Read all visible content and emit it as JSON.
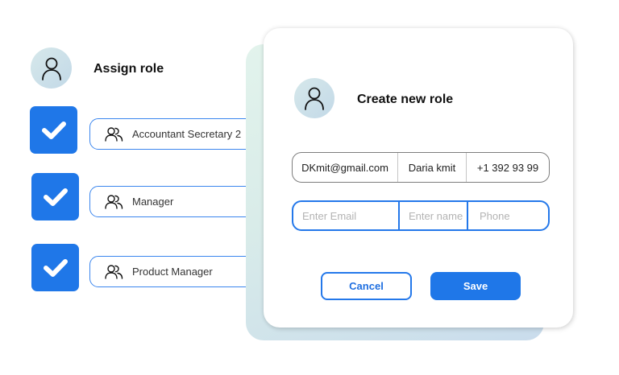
{
  "assign_panel": {
    "title": "Assign role",
    "avatar_icon": "user-icon",
    "roles": [
      {
        "label": "Accountant Secretary 2",
        "checked": true,
        "icon": "users-icon"
      },
      {
        "label": "Manager",
        "checked": true,
        "icon": "users-icon"
      },
      {
        "label": "Product Manager",
        "checked": true,
        "icon": "users-icon"
      }
    ]
  },
  "modal": {
    "title": "Create new role",
    "avatar_icon": "user-icon",
    "existing_entry": {
      "email": "DKmit@gmail.com",
      "name": "Daria kmit",
      "phone": "+1 392 93 99"
    },
    "new_entry": {
      "email_placeholder": "Enter Email",
      "name_placeholder": "Enter name",
      "phone_placeholder": "Phone"
    },
    "cancel_label": "Cancel",
    "save_label": "Save"
  },
  "colors": {
    "accent": "#1f77e8",
    "checkbox": "#1f77e8",
    "background_card_start": "#e2f3ec",
    "background_card_end": "#c9dcec"
  }
}
